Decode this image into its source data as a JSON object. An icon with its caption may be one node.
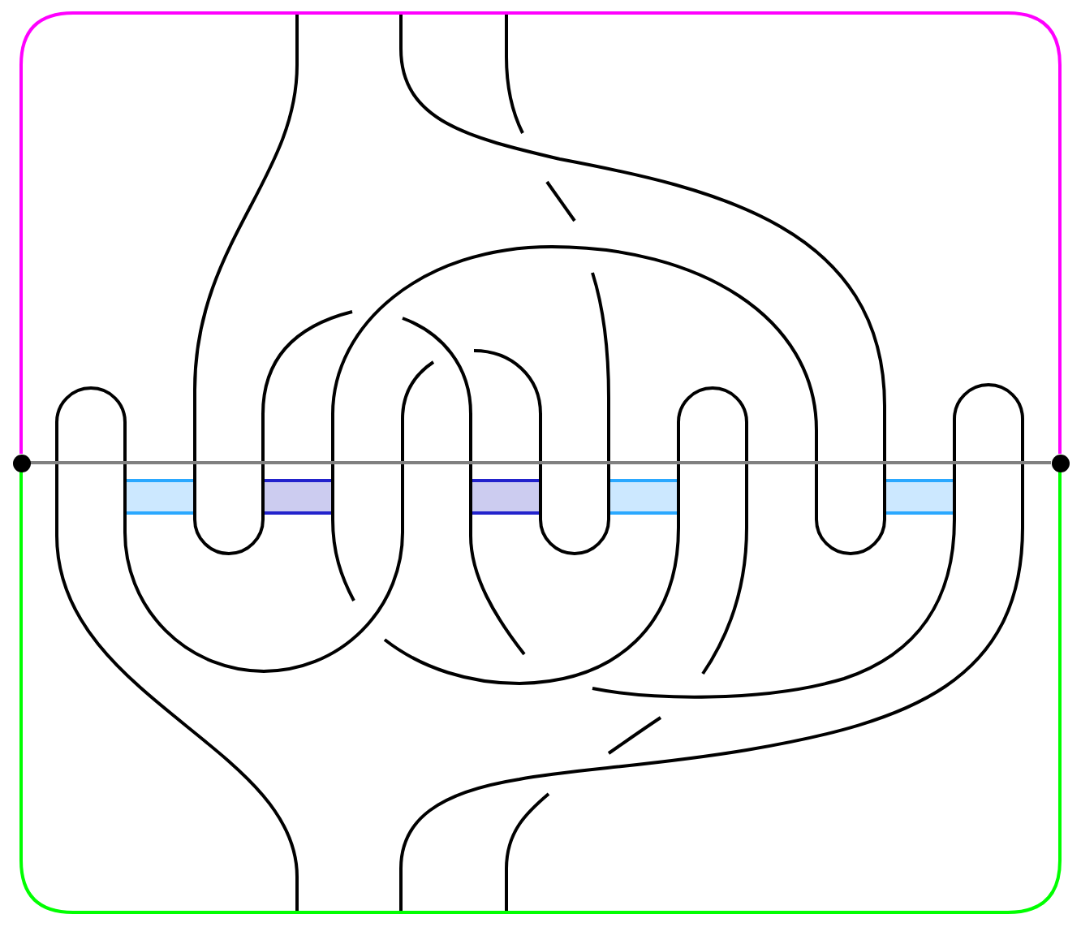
{
  "diagram": {
    "nodes": [
      {
        "text": [],
        "shape": "circle"
      },
      {
        "text": [],
        "shape": "circle"
      }
    ],
    "edges": [
      {
        "from": 0,
        "to": 1,
        "arrow": "none",
        "color": "#ff00ff"
      },
      {
        "from": 0,
        "to": 1,
        "arrow": "none",
        "color": "#808080"
      },
      {
        "from": 0,
        "to": 1,
        "arrow": "none",
        "color": "#00ff00"
      }
    ]
  }
}
